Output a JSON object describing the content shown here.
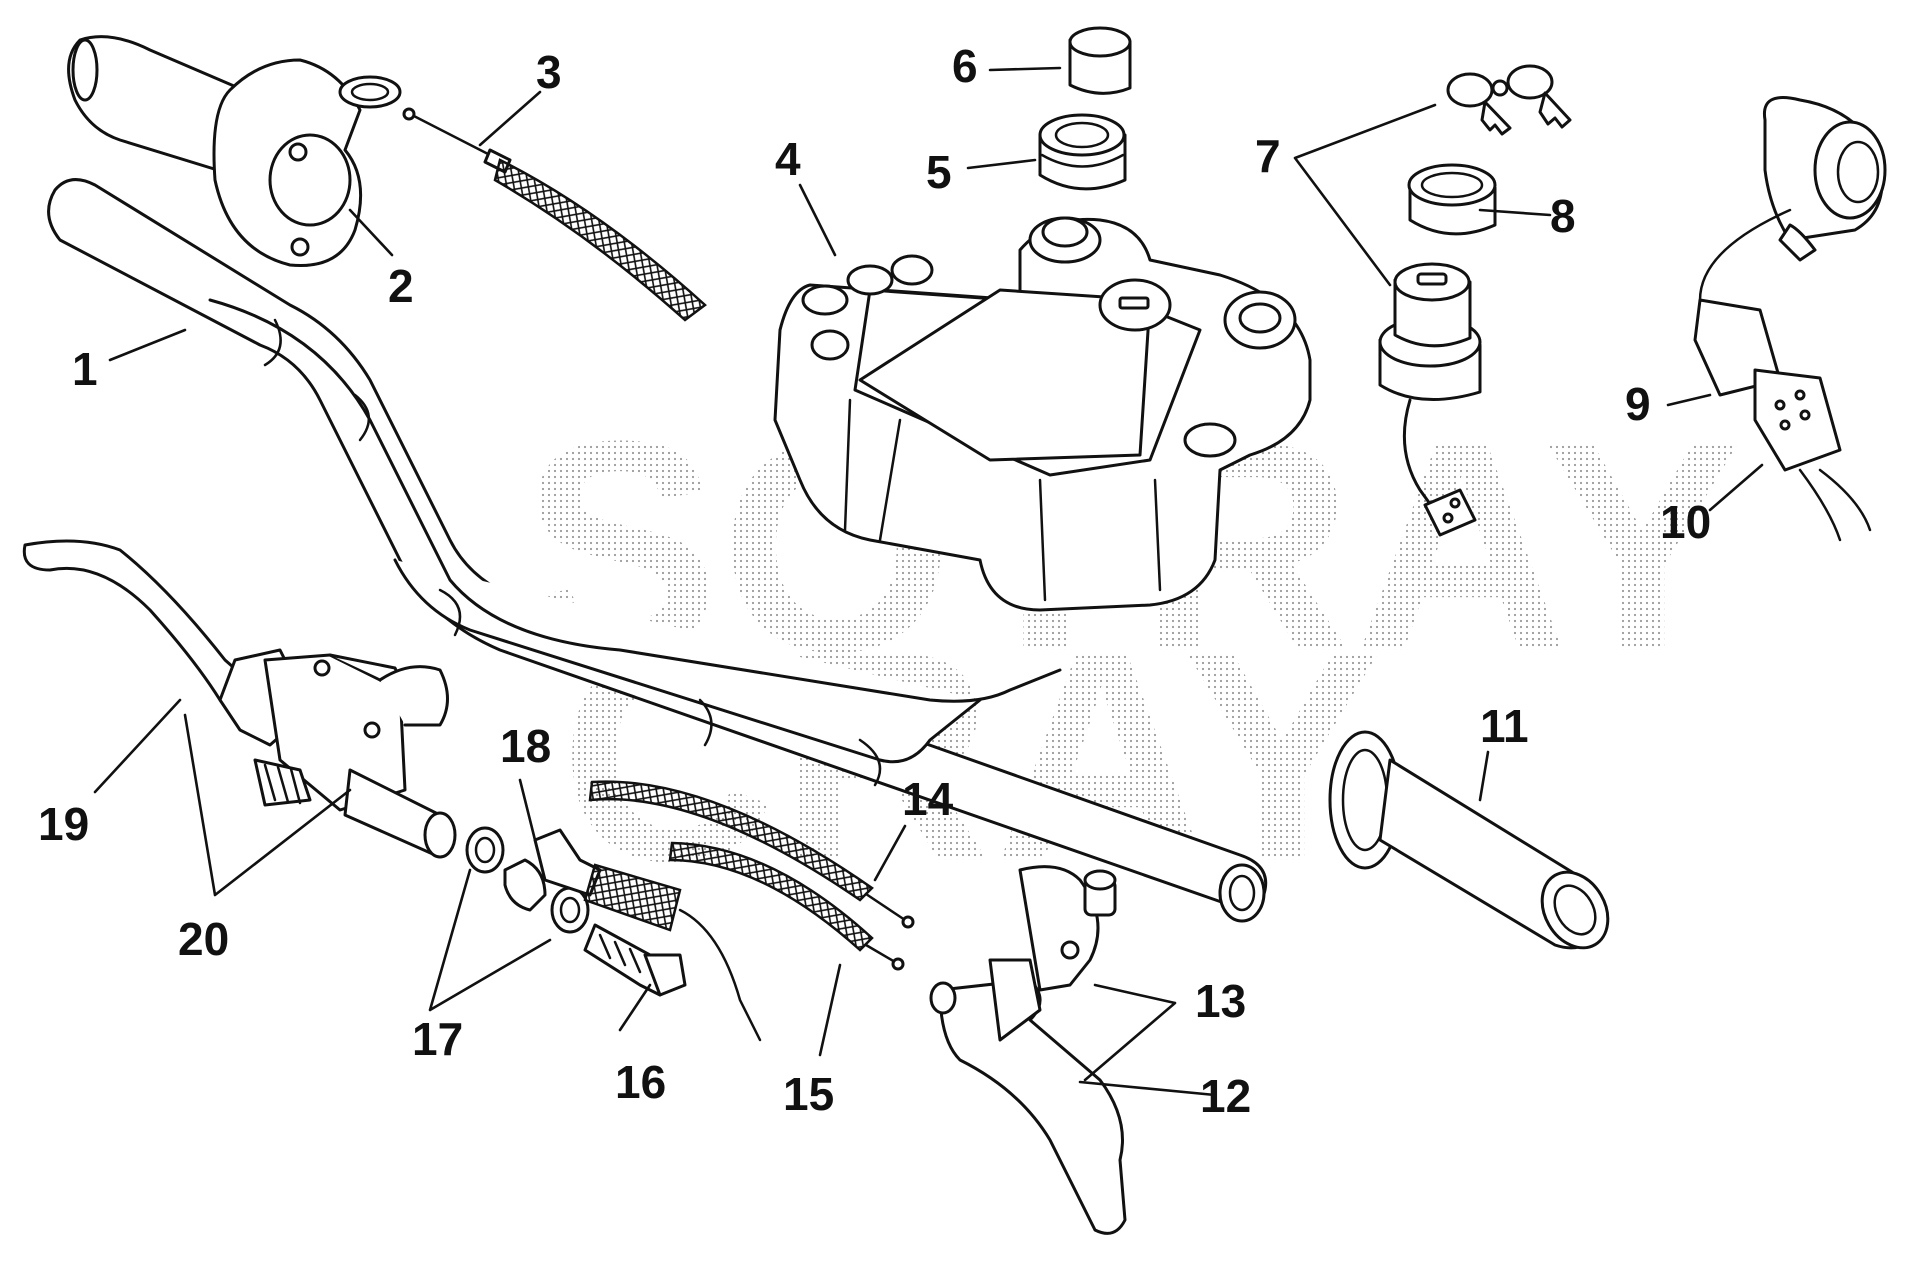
{
  "watermark": {
    "line1": "SOTRAY",
    "line2": "CRAY"
  },
  "callouts": [
    {
      "id": "1",
      "label": "1"
    },
    {
      "id": "2",
      "label": "2"
    },
    {
      "id": "3",
      "label": "3"
    },
    {
      "id": "4",
      "label": "4"
    },
    {
      "id": "5",
      "label": "5"
    },
    {
      "id": "6",
      "label": "6"
    },
    {
      "id": "7",
      "label": "7"
    },
    {
      "id": "8",
      "label": "8"
    },
    {
      "id": "9",
      "label": "9"
    },
    {
      "id": "10",
      "label": "10"
    },
    {
      "id": "11",
      "label": "11"
    },
    {
      "id": "12",
      "label": "12"
    },
    {
      "id": "13",
      "label": "13"
    },
    {
      "id": "14",
      "label": "14"
    },
    {
      "id": "15",
      "label": "15"
    },
    {
      "id": "16",
      "label": "16"
    },
    {
      "id": "17",
      "label": "17"
    },
    {
      "id": "18",
      "label": "18"
    },
    {
      "id": "19",
      "label": "19"
    },
    {
      "id": "20",
      "label": "20"
    }
  ],
  "colors": {
    "line": "#111111",
    "background": "#ffffff",
    "watermark": "#9a9a9a"
  }
}
